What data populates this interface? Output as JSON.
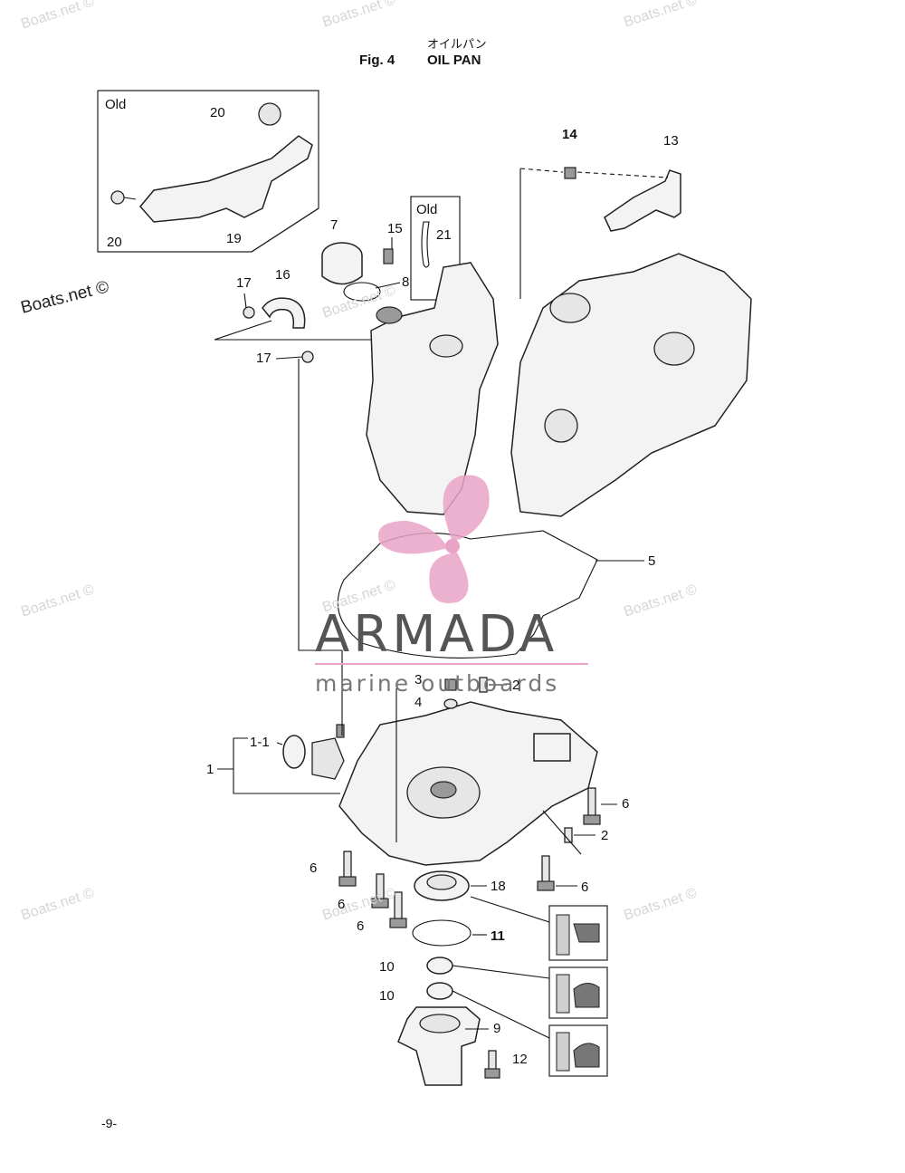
{
  "header": {
    "title_jp": "オイルパン",
    "fig_label": "Fig. 4",
    "fig_title": "OIL PAN"
  },
  "watermarks": {
    "text": "Boats.net ©",
    "copyright": "Boats.net ©"
  },
  "brand": {
    "name": "ARMADA",
    "tagline": "marine outboards",
    "logo_color": "#e9a3c6",
    "text_color": "#555555"
  },
  "old_labels": [
    "Old",
    "Old"
  ],
  "part_labels": [
    "20",
    "20",
    "19",
    "14",
    "13",
    "7",
    "15",
    "21",
    "8",
    "16",
    "17",
    "17",
    "5",
    "3",
    "2",
    "4",
    "1-1",
    "1",
    "6",
    "2",
    "18",
    "6",
    "6",
    "6",
    "6",
    "11",
    "10",
    "10",
    "9",
    "12"
  ],
  "page_number": "-9-"
}
